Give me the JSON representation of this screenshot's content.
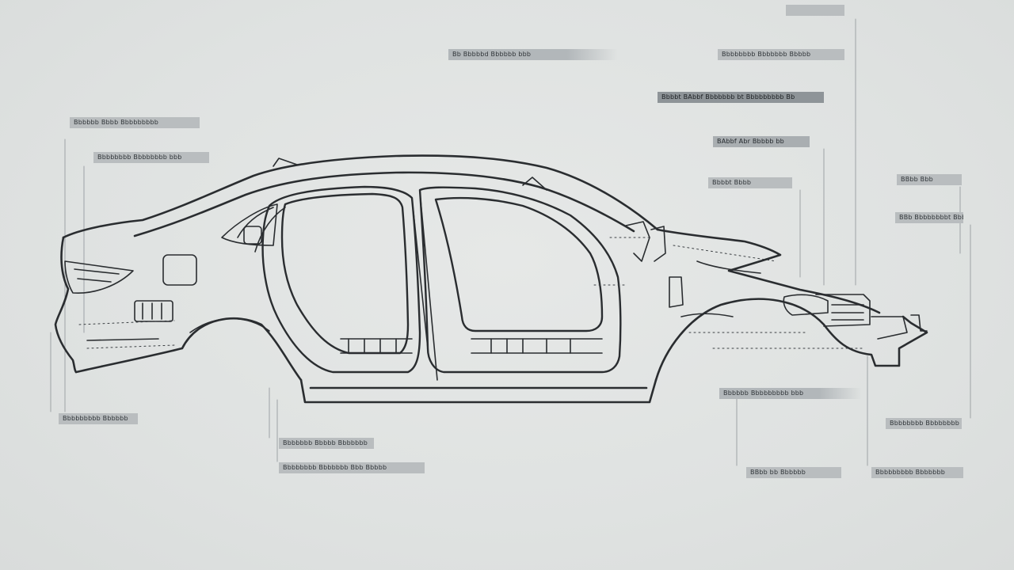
{
  "diagram": {
    "subject": "car body-in-white side view",
    "label_color": "#b9bdbf",
    "line_color": "#2a2d30",
    "background_color": "#dfe2e1"
  },
  "callouts": [
    {
      "id": "top-right-tag",
      "text": "",
      "style": "c-grey"
    },
    {
      "id": "roof-top",
      "text": "Bb Bbbbbd Bbbbbb bbb",
      "style": "c-fade"
    },
    {
      "id": "right-top",
      "text": "Bbbbbbbb Bbbbbbb Bbbbb",
      "style": "c-grey"
    },
    {
      "id": "right-second",
      "text": "Bbbbt BAbbf Bbbbbbb bt Bbbbbbbbb Bb",
      "style": "c-dark"
    },
    {
      "id": "right-third",
      "text": "BAbbf Abr Bbbbb bb",
      "style": "c-mid"
    },
    {
      "id": "right-fourth",
      "text": "Bbbbt Bbbb",
      "style": "c-grey"
    },
    {
      "id": "far-right-1",
      "text": "BBbb Bbb",
      "style": "c-grey"
    },
    {
      "id": "far-right-2",
      "text": "BBb Bbbbbbbbt Bbb",
      "style": "c-grey"
    },
    {
      "id": "left-top",
      "text": "Bbbbbb Bbbb Bbbbbbbbb",
      "style": "c-grey"
    },
    {
      "id": "left-second",
      "text": "Bbbbbbbb Bbbbbbbb bbb",
      "style": "c-grey"
    },
    {
      "id": "left-bottom",
      "text": "Bbbbbbbbb Bbbbbb",
      "style": "c-grey"
    },
    {
      "id": "sill-1",
      "text": "Bbbbbbb Bbbbb Bbbbbbb",
      "style": "c-grey"
    },
    {
      "id": "sill-2",
      "text": "Bbbbbbbb Bbbbbbb Bbb Bbbbb",
      "style": "c-grey"
    },
    {
      "id": "front-mid",
      "text": "Bbbbbb Bbbbbbbbb bbb",
      "style": "c-fade"
    },
    {
      "id": "front-low-1",
      "text": "Bbbbbbbb Bbbbbbbb",
      "style": "c-grey"
    },
    {
      "id": "front-low-2",
      "text": "BBbb bb Bbbbbb",
      "style": "c-grey"
    },
    {
      "id": "front-low-3",
      "text": "Bbbbbbbbb Bbbbbbb",
      "style": "c-grey"
    }
  ]
}
